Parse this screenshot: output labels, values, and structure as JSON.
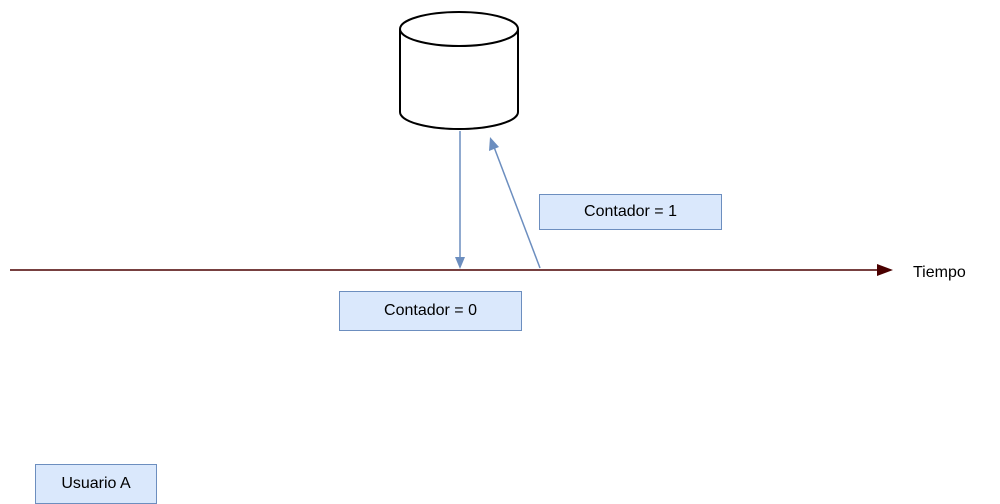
{
  "diagram": {
    "time_axis_label": "Tiempo",
    "read_label": "Contador = 0",
    "write_label": "Contador = 1",
    "user_label": "Usuario A",
    "node_icons": {
      "database": "database-icon"
    },
    "colors": {
      "axis": "#4a0000",
      "arrow": "#6c8ebf",
      "box_fill": "#dae8fc",
      "box_border": "#6c8ebf",
      "database_stroke": "#000000"
    }
  }
}
